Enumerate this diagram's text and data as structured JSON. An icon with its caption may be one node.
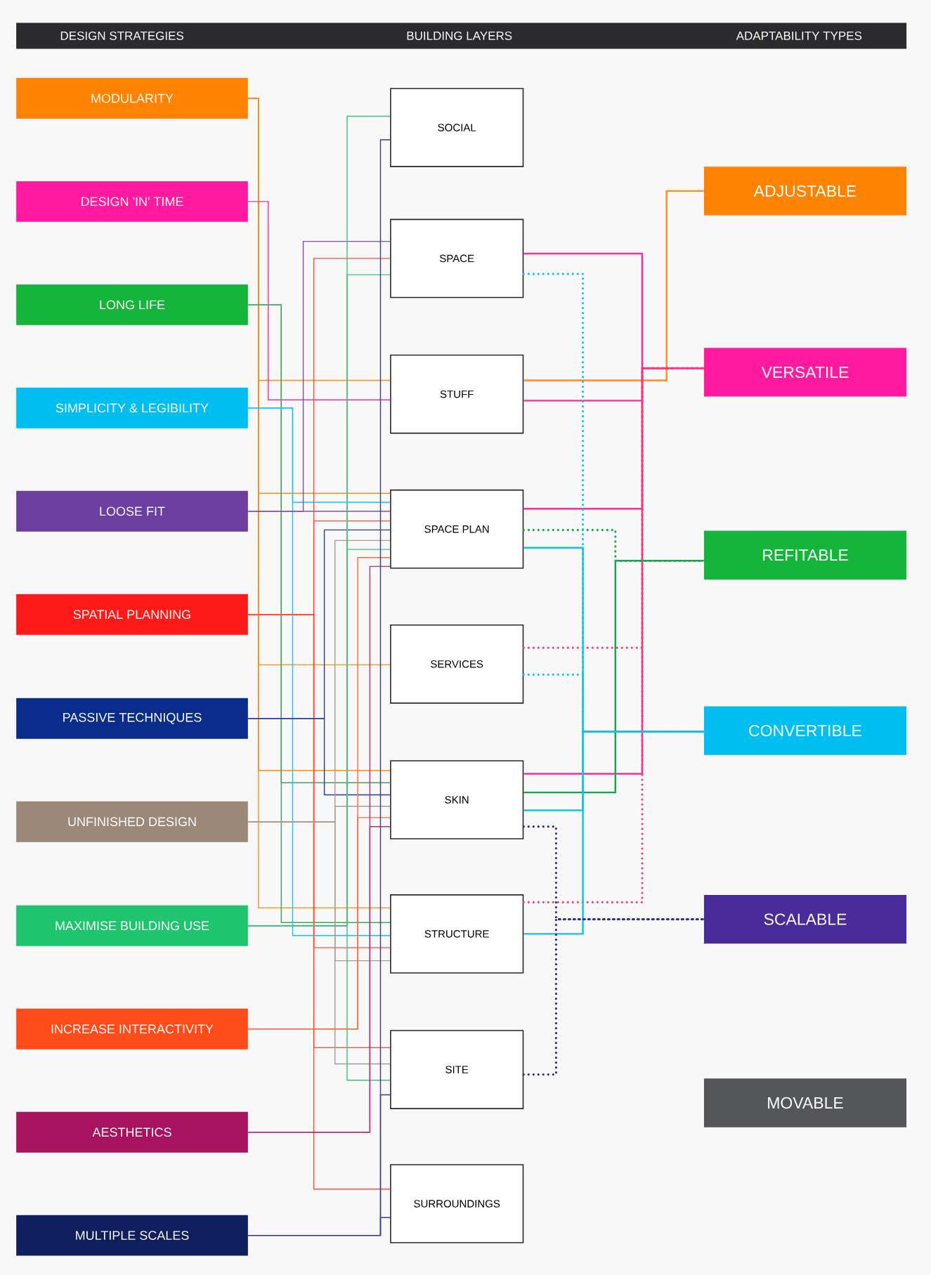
{
  "diagram": {
    "nodes": [
      {
        "text": [
          "MODULARITY"
        ]
      },
      {
        "text": [
          "DESIGN 'IN' TIME"
        ]
      },
      {
        "text": [
          "LONG LIFE"
        ]
      },
      {
        "text": [
          "SIMPLICITY & LEGIBILITY"
        ]
      },
      {
        "text": [
          "LOOSE FIT"
        ]
      },
      {
        "text": [
          "SPATIAL PLANNING"
        ]
      },
      {
        "text": [
          "PASSIVE TECHNIQUES"
        ]
      },
      {
        "text": [
          "UNFINISHED DESIGN"
        ]
      },
      {
        "text": [
          "MAXIMISE BUILDING USE"
        ]
      },
      {
        "text": [
          "INCREASE INTERACTIVITY"
        ]
      },
      {
        "text": [
          "AESTHETICS"
        ]
      },
      {
        "text": [
          "MULTIPLE SCALES"
        ]
      },
      {
        "text": [
          "SOCIAL"
        ]
      },
      {
        "text": [
          "SPACE"
        ]
      },
      {
        "text": [
          "STUFF"
        ]
      },
      {
        "text": [
          "SPACE PLAN"
        ]
      },
      {
        "text": [
          "SERVICES"
        ]
      },
      {
        "text": [
          "SKIN"
        ]
      },
      {
        "text": [
          "STRUCTURE"
        ]
      },
      {
        "text": [
          "SITE"
        ]
      },
      {
        "text": [
          "SURROUNDINGS"
        ]
      },
      {
        "text": [
          "ADJUSTABLE"
        ]
      },
      {
        "text": [
          "VERSATILE"
        ]
      },
      {
        "text": [
          "REFITABLE"
        ]
      },
      {
        "text": [
          "CONVERTIBLE"
        ]
      },
      {
        "text": [
          "SCALABLE"
        ]
      },
      {
        "text": [
          "MOVABLE"
        ]
      }
    ],
    "edges": [
      {
        "from": 0,
        "to": 14,
        "arrow": "none",
        "color": "#ff8a1e"
      },
      {
        "from": 0,
        "to": 15,
        "arrow": "none",
        "color": "#ff8a1e"
      },
      {
        "from": 0,
        "to": 16,
        "arrow": "none",
        "color": "#ff8a1e"
      },
      {
        "from": 0,
        "to": 17,
        "arrow": "none",
        "color": "#ff8a1e"
      },
      {
        "from": 0,
        "to": 18,
        "arrow": "none",
        "color": "#ff8a1e"
      },
      {
        "from": 1,
        "to": 14,
        "arrow": "none",
        "color": "#ff2a9a"
      },
      {
        "from": 2,
        "to": 17,
        "arrow": "none",
        "color": "#3aa85a"
      },
      {
        "from": 2,
        "to": 18,
        "arrow": "none",
        "color": "#3aa85a"
      },
      {
        "from": 3,
        "to": 15,
        "arrow": "none",
        "color": "#1cc0ee"
      },
      {
        "from": 3,
        "to": 18,
        "arrow": "none",
        "color": "#1cc0ee"
      },
      {
        "from": 4,
        "to": 13,
        "arrow": "none",
        "color": "#7a50b0"
      },
      {
        "from": 4,
        "to": 15,
        "arrow": "none",
        "color": "#7a50b0"
      },
      {
        "from": 5,
        "to": 13,
        "arrow": "none",
        "color": "#ff4a3a"
      },
      {
        "from": 5,
        "to": 15,
        "arrow": "none",
        "color": "#ff4a3a"
      },
      {
        "from": 5,
        "to": 18,
        "arrow": "none",
        "color": "#ff4a3a"
      },
      {
        "from": 5,
        "to": 19,
        "arrow": "none",
        "color": "#ff4a3a"
      },
      {
        "from": 5,
        "to": 20,
        "arrow": "none",
        "color": "#ff4a3a"
      },
      {
        "from": 6,
        "to": 15,
        "arrow": "none",
        "color": "#2a3aa0"
      },
      {
        "from": 6,
        "to": 17,
        "arrow": "none",
        "color": "#2a3aa0"
      },
      {
        "from": 7,
        "to": 15,
        "arrow": "none",
        "color": "#a89a90"
      },
      {
        "from": 7,
        "to": 17,
        "arrow": "none",
        "color": "#a89a90"
      },
      {
        "from": 7,
        "to": 18,
        "arrow": "none",
        "color": "#a89a90"
      },
      {
        "from": 7,
        "to": 19,
        "arrow": "none",
        "color": "#a89a90"
      },
      {
        "from": 8,
        "to": 12,
        "arrow": "none",
        "color": "#40c080"
      },
      {
        "from": 8,
        "to": 13,
        "arrow": "none",
        "color": "#40c080"
      },
      {
        "from": 8,
        "to": 15,
        "arrow": "none",
        "color": "#40c080"
      },
      {
        "from": 8,
        "to": 19,
        "arrow": "none",
        "color": "#40c080"
      },
      {
        "from": 9,
        "to": 15,
        "arrow": "none",
        "color": "#ff6a3a"
      },
      {
        "from": 9,
        "to": 17,
        "arrow": "none",
        "color": "#ff6a3a"
      },
      {
        "from": 10,
        "to": 15,
        "arrow": "none",
        "color": "#b0306e"
      },
      {
        "from": 10,
        "to": 17,
        "arrow": "none",
        "color": "#b0306e"
      },
      {
        "from": 11,
        "to": 12,
        "arrow": "none",
        "color": "#3a3a90"
      },
      {
        "from": 11,
        "to": 19,
        "arrow": "none",
        "color": "#3a3a90"
      },
      {
        "from": 11,
        "to": 20,
        "arrow": "none",
        "color": "#3a3a90"
      },
      {
        "from": 14,
        "to": 21,
        "arrow": "none",
        "color": "#ff8a1e"
      },
      {
        "from": 13,
        "to": 22,
        "arrow": "none",
        "color": "#ff2a9a"
      },
      {
        "from": 14,
        "to": 22,
        "arrow": "none",
        "color": "#ff2a9a"
      },
      {
        "from": 15,
        "to": 22,
        "arrow": "none",
        "color": "#ff2a9a"
      },
      {
        "from": 17,
        "to": 22,
        "arrow": "none",
        "color": "#ff2a9a"
      },
      {
        "from": 16,
        "to": 22,
        "arrow": "none",
        "style": "dashed",
        "color": "#ff3a6a"
      },
      {
        "from": 18,
        "to": 22,
        "arrow": "none",
        "style": "dashed",
        "color": "#ff3a6a"
      },
      {
        "from": 17,
        "to": 23,
        "arrow": "none",
        "color": "#10a84a"
      },
      {
        "from": 15,
        "to": 23,
        "arrow": "none",
        "style": "dashed",
        "color": "#10a84a"
      },
      {
        "from": 15,
        "to": 24,
        "arrow": "none",
        "color": "#10c0ee"
      },
      {
        "from": 17,
        "to": 24,
        "arrow": "none",
        "color": "#10c0ee"
      },
      {
        "from": 18,
        "to": 24,
        "arrow": "none",
        "color": "#10c0ee"
      },
      {
        "from": 13,
        "to": 24,
        "arrow": "none",
        "style": "dashed",
        "color": "#10c0ee"
      },
      {
        "from": 16,
        "to": 24,
        "arrow": "none",
        "style": "dashed",
        "color": "#10c0ee"
      },
      {
        "from": 17,
        "to": 25,
        "arrow": "none",
        "style": "dashed",
        "color": "#2a2a8a"
      },
      {
        "from": 19,
        "to": 25,
        "arrow": "none",
        "style": "dashed",
        "color": "#2a2a8a"
      }
    ],
    "labels": [
      "DESIGN STRATEGIES",
      "BUILDING LAYERS",
      "ADAPTABILITY TYPES"
    ]
  }
}
